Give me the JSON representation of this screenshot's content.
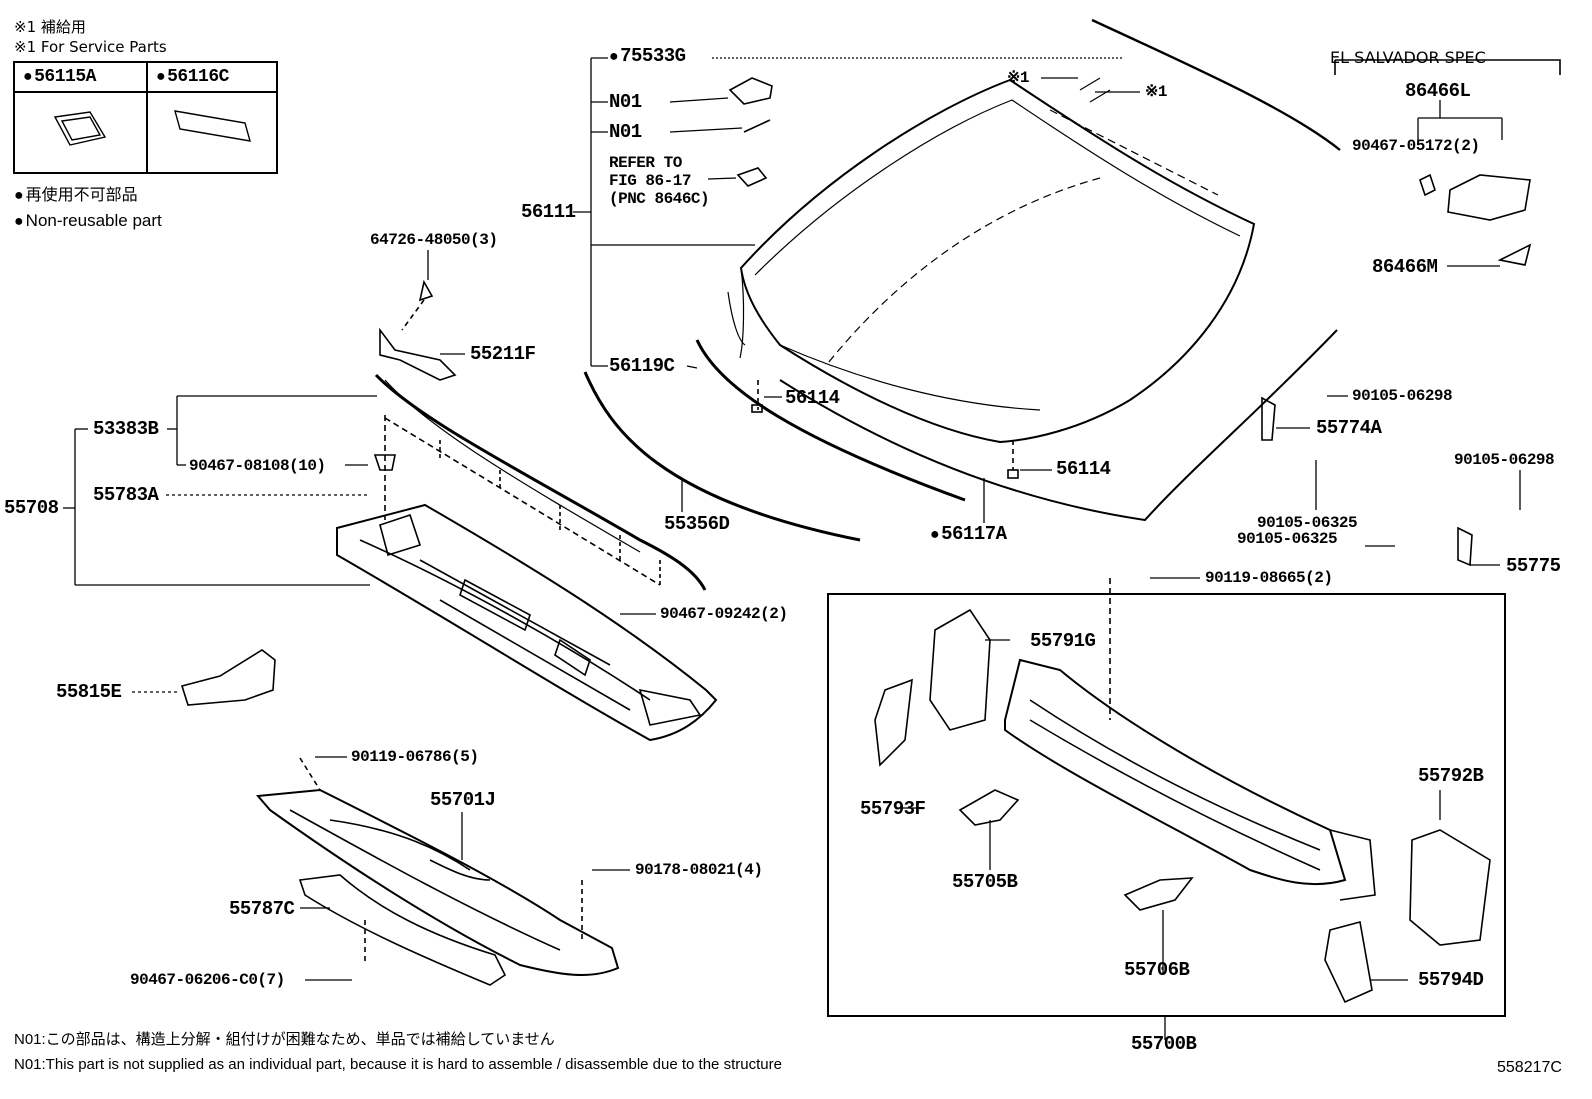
{
  "service_note_jp": "※1 補給用",
  "service_note_en": "※1 For Service Parts",
  "service_parts": [
    "56115A",
    "56116C"
  ],
  "legend_jp": "再使用不可部品",
  "legend_en": "Non-reusable part",
  "el_salvador_spec": "EL SALVADOR SPEC",
  "refer_line1": "REFER TO",
  "refer_line2": "FIG 86-17",
  "refer_line3": "(PNC 8646C)",
  "mark1": "※1",
  "parts": {
    "p75533G": "75533G",
    "pN01a": "N01",
    "pN01b": "N01",
    "p56111": "56111",
    "p56119C": "56119C",
    "p56114a": "56114",
    "p56114b": "56114",
    "p56117A": "56117A",
    "p55356D": "55356D",
    "p64726": "64726-48050(3)",
    "p55211F": "55211F",
    "p53383B": "53383B",
    "p90467_08108": "90467-08108(10)",
    "p55708": "55708",
    "p55783A": "55783A",
    "p90467_09242": "90467-09242(2)",
    "p55815E": "55815E",
    "p90119_06786": "90119-06786(5)",
    "p55701J": "55701J",
    "p90178_08021": "90178-08021(4)",
    "p55787C": "55787C",
    "p90467_06206": "90467-06206-C0(7)",
    "p86466L": "86466L",
    "p90467_05172": "90467-05172(2)",
    "p86466M": "86466M",
    "p90105_06298a": "90105-06298",
    "p55774A": "55774A",
    "p90105_06298b": "90105-06298",
    "p90105_06325a": "90105-06325",
    "p90105_06325b": "90105-06325",
    "p55775": "55775",
    "p90119_08665": "90119-08665(2)",
    "p55791G": "55791G",
    "p55793F": "55793F",
    "p55705B": "55705B",
    "p55706B": "55706B",
    "p55792B": "55792B",
    "p55794D": "55794D",
    "p55700B": "55700B"
  },
  "footnote_jp": "N01:この部品は、構造上分解・組付けが困難なため、単品では補給していません",
  "footnote_en": "N01:This part is not supplied as an individual part, because it is hard to assemble / disassemble due to the structure",
  "figure_id": "558217C"
}
